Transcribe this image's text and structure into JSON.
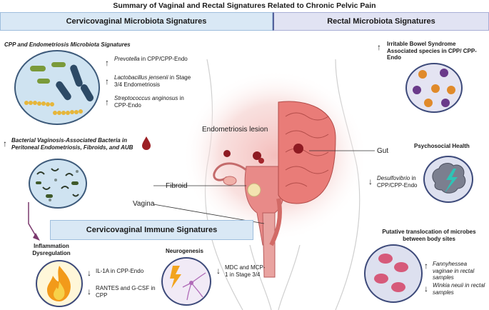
{
  "title": "Summary of Vaginal and Rectal Signatures Related to Chronic Pelvic Pain",
  "bands": {
    "cervicovaginal": "Cervicovaginal Microbiota Signatures",
    "rectal": "Rectal Microbiota Signatures",
    "immune": "Cervicovaginal Immune Signatures"
  },
  "cpp_endo": {
    "heading": "CPP and Endometriosis Microbiota Signatures",
    "items": [
      {
        "direction": "up",
        "species": "Prevotella",
        "rest": " in CPP/CPP-Endo"
      },
      {
        "direction": "up",
        "species": "Lactobacillus jensenii",
        "rest": " in Stage 3/4 Endometriosis"
      },
      {
        "direction": "up",
        "species": "Streptococcus anginosus",
        "rest": " in CPP-Endo"
      }
    ]
  },
  "bv": {
    "heading": "Bacterial Vaginosis-Associated Bacteria in Peritoneal Endometriosis, Fibroids, and AUB",
    "direction": "up"
  },
  "anatomy": {
    "endometriosis": "Endometriosis lesion",
    "fibroid": "Fibroid",
    "vagina": "Vagina",
    "gut": "Gut"
  },
  "ibs": {
    "heading": "Irritable Bowel Syndrome Associated species in CPP/ CPP-Endo",
    "direction": "up"
  },
  "psychosocial": {
    "heading": "Psychosocial Health"
  },
  "desulfovibrio": {
    "direction": "down",
    "species": "Desulfovibrio",
    "rest": " in CPP/CPP-Endo"
  },
  "translocation": {
    "heading": "Putative translocation of microbes between body sites",
    "items": [
      {
        "direction": "up",
        "text": "Fannyhessea vaginae in rectal samples"
      },
      {
        "direction": "down",
        "text": "Winkia neuii in rectal samples"
      }
    ]
  },
  "inflammation": {
    "heading": "Inflammation Dysregulation",
    "items": [
      {
        "direction": "down",
        "text": "IL-1A in CPP-Endo"
      },
      {
        "direction": "down",
        "text": "RANTES and G-CSF in CPP"
      }
    ]
  },
  "neurogenesis": {
    "heading": "Neurogenesis",
    "item": {
      "direction": "down",
      "text": "MDC and MCP-1 in Stage 3/4"
    }
  },
  "colors": {
    "band_blue": "#d9e8f5",
    "band_purple": "#e1e3f3",
    "accent_red": "#9c1f24",
    "arrow_purple": "#7b3a6e"
  }
}
